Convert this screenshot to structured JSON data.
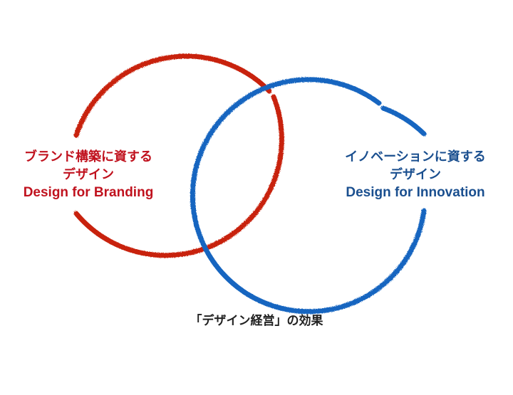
{
  "diagram": {
    "type": "venn",
    "colors": {
      "left": "#c8220e",
      "right": "#1565c0",
      "caption": "#222222"
    },
    "left_set": {
      "line1": "ブランド構築に資する",
      "line2": "デザイン",
      "line3": "Design for Branding",
      "text_color": "#c0121e"
    },
    "right_set": {
      "line1": "イノベーションに資する",
      "line2": "デザイン",
      "line3": "Design for Innovation",
      "text_color": "#1a4f8f"
    },
    "caption": "「デザイン経営」の効果"
  }
}
